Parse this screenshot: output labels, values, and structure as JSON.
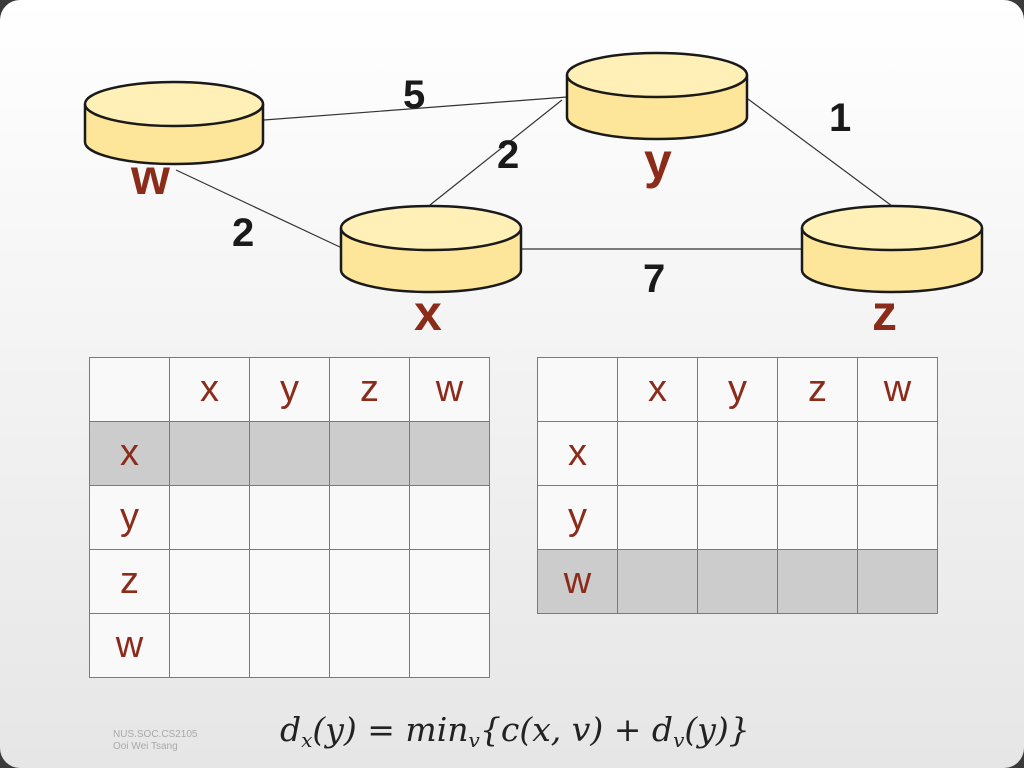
{
  "graph": {
    "nodes": [
      {
        "id": "w",
        "label": "w"
      },
      {
        "id": "y",
        "label": "y"
      },
      {
        "id": "x",
        "label": "x"
      },
      {
        "id": "z",
        "label": "z"
      }
    ],
    "edges": [
      {
        "from": "w",
        "to": "y",
        "cost": "5"
      },
      {
        "from": "x",
        "to": "y",
        "cost": "2"
      },
      {
        "from": "y",
        "to": "z",
        "cost": "1"
      },
      {
        "from": "w",
        "to": "x",
        "cost": "2"
      },
      {
        "from": "x",
        "to": "z",
        "cost": "7"
      }
    ],
    "node_fill": "#fde699",
    "node_stroke": "#1a1a1a",
    "label_color": "#8b2c1a"
  },
  "table_left": {
    "columns": [
      "",
      "x",
      "y",
      "z",
      "w"
    ],
    "rows": [
      "x",
      "y",
      "z",
      "w"
    ],
    "highlighted_row": "x"
  },
  "table_right": {
    "columns": [
      "",
      "x",
      "y",
      "z",
      "w"
    ],
    "rows": [
      "x",
      "y",
      "w"
    ],
    "highlighted_row": "w"
  },
  "footer": {
    "line1": "NUS.SOC.CS2105",
    "line2": "Ooi Wei Tsang"
  },
  "formula": {
    "lhs": "d",
    "lhs_sub": "x",
    "lhs_arg": "(y) = min",
    "min_sub": "v",
    "rhs1": "{c(x, v) + d",
    "rhs_sub": "v",
    "rhs2": "(y)}"
  }
}
